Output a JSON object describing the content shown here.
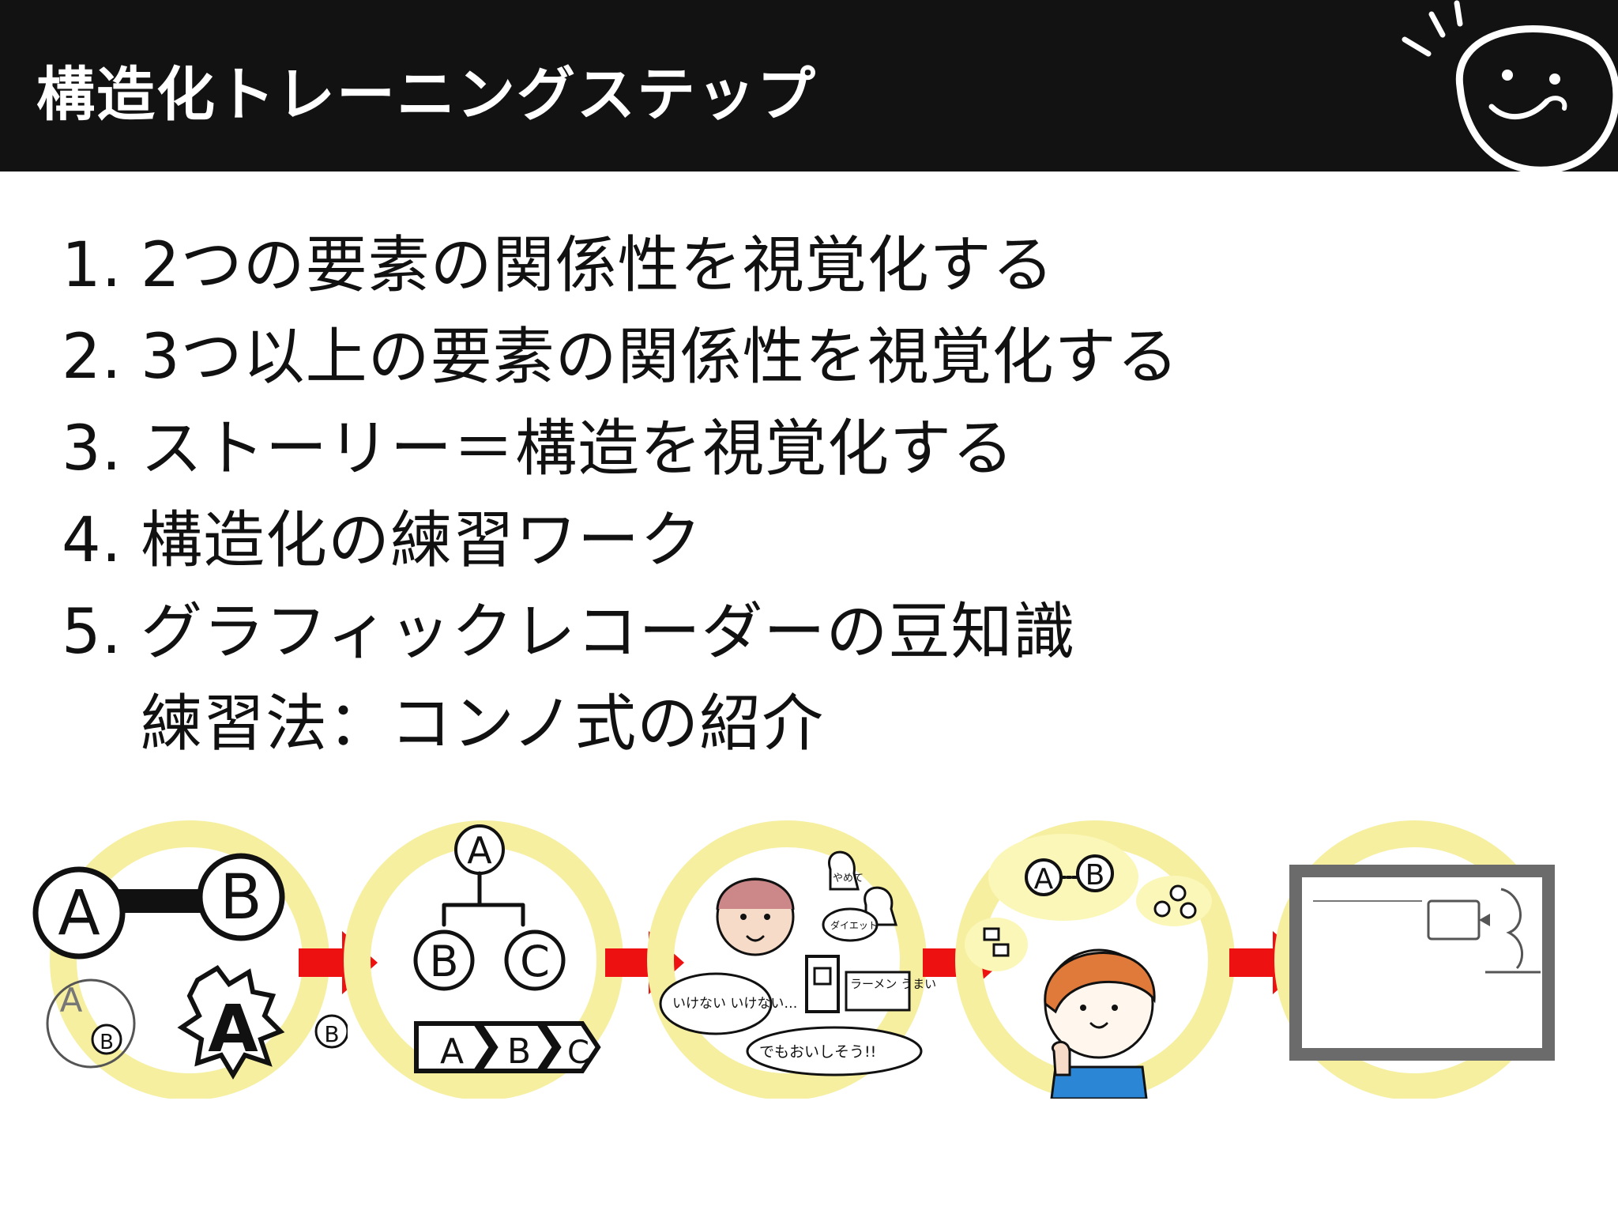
{
  "header": {
    "title": "構造化トレーニングステップ",
    "mascot_icon": "smiley-face-icon"
  },
  "steps": [
    {
      "num": "1.",
      "text": "2つの要素の関係性を視覚化する",
      "sub": ""
    },
    {
      "num": "2.",
      "text": "3つ以上の要素の関係性を視覚化する",
      "sub": ""
    },
    {
      "num": "3.",
      "text": "ストーリー＝構造を視覚化する",
      "sub": ""
    },
    {
      "num": "4.",
      "text": "構造化の練習ワーク",
      "sub": ""
    },
    {
      "num": "5.",
      "text": "グラフィックレコーダーの豆知識",
      "sub": "練習法：コンノ式の紹介"
    }
  ],
  "illustrations": {
    "step1": {
      "letters": [
        "A",
        "B",
        "A",
        "B",
        "A",
        "B"
      ]
    },
    "step2": {
      "letters": [
        "A",
        "B",
        "C",
        "A",
        "B",
        "C"
      ]
    },
    "step3": {
      "notes": [
        "いけない いけない…",
        "でもおいしそう!!",
        "ラーメン うまい",
        "やめて",
        "ダイエット"
      ]
    },
    "step4": {
      "letters": [
        "A",
        "B"
      ]
    },
    "step5": {},
    "colors": {
      "highlight": "#f6efa0",
      "arrow": "#ee1111",
      "title_bar": "#121212"
    }
  }
}
